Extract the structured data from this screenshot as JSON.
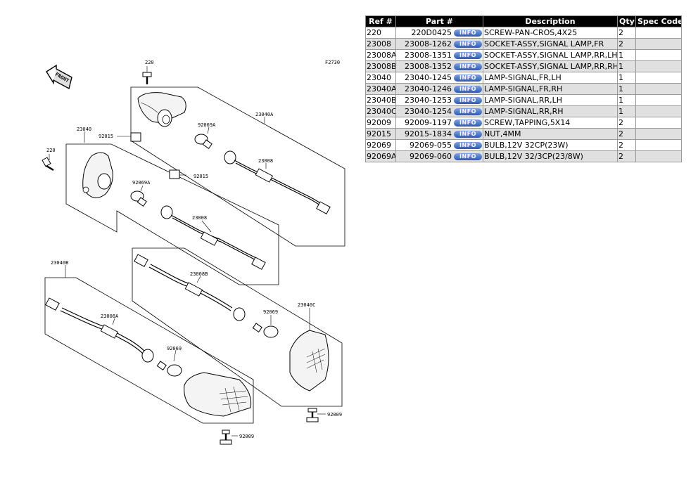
{
  "diagram": {
    "figure_code": "F2730",
    "front_label": "FRONT",
    "callouts": {
      "c220_top": "220",
      "c220_left": "220",
      "c23040": "23040",
      "c23040A": "23040A",
      "c23040B": "23040B",
      "c23040C": "23040C",
      "c23008_top": "23008",
      "c23008_mid": "23008",
      "c23008A": "23008A",
      "c23008B": "23008B",
      "c92015_a": "92015",
      "c92015_b": "92015",
      "c92069A_top": "92069A",
      "c92069A_left": "92069A",
      "c92069_right": "92069",
      "c92069_bottom": "92069",
      "c92009_right": "92009",
      "c92009_bottom": "92009"
    }
  },
  "table": {
    "headers": [
      "Ref #",
      "Part #",
      "Description",
      "Qty",
      "Spec Code"
    ],
    "info_label": "INFO",
    "rows": [
      {
        "ref": "220",
        "part": "220D0425",
        "desc": "SCREW-PAN-CROS,4X25",
        "qty": "2",
        "spec": ""
      },
      {
        "ref": "23008",
        "part": "23008-1262",
        "desc": "SOCKET-ASSY,SIGNAL LAMP,FR",
        "qty": "2",
        "spec": ""
      },
      {
        "ref": "23008A",
        "part": "23008-1351",
        "desc": "SOCKET-ASSY,SIGNAL LAMP,RR,LH",
        "qty": "1",
        "spec": ""
      },
      {
        "ref": "23008B",
        "part": "23008-1352",
        "desc": "SOCKET-ASSY,SIGNAL LAMP,RR,RH",
        "qty": "1",
        "spec": ""
      },
      {
        "ref": "23040",
        "part": "23040-1245",
        "desc": "LAMP-SIGNAL,FR,LH",
        "qty": "1",
        "spec": ""
      },
      {
        "ref": "23040A",
        "part": "23040-1246",
        "desc": "LAMP-SIGNAL,FR,RH",
        "qty": "1",
        "spec": ""
      },
      {
        "ref": "23040B",
        "part": "23040-1253",
        "desc": "LAMP-SIGNAL,RR,LH",
        "qty": "1",
        "spec": ""
      },
      {
        "ref": "23040C",
        "part": "23040-1254",
        "desc": "LAMP-SIGNAL,RR,RH",
        "qty": "1",
        "spec": ""
      },
      {
        "ref": "92009",
        "part": "92009-1197",
        "desc": "SCREW,TAPPING,5X14",
        "qty": "2",
        "spec": ""
      },
      {
        "ref": "92015",
        "part": "92015-1834",
        "desc": "NUT,4MM",
        "qty": "2",
        "spec": ""
      },
      {
        "ref": "92069",
        "part": "92069-055",
        "desc": "BULB,12V 32CP(23W)",
        "qty": "2",
        "spec": ""
      },
      {
        "ref": "92069A",
        "part": "92069-060",
        "desc": "BULB,12V 32/3CP(23/8W)",
        "qty": "2",
        "spec": ""
      }
    ]
  }
}
